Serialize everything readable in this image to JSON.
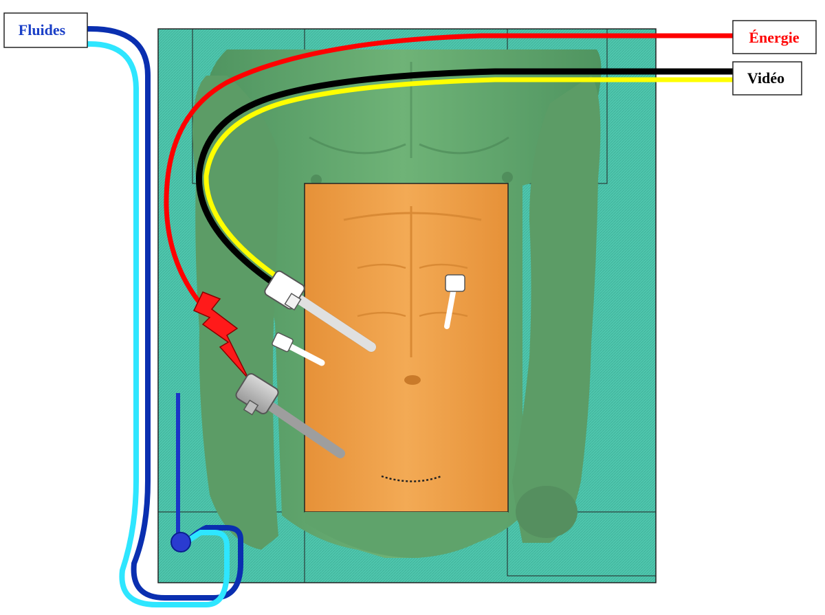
{
  "labels": {
    "fluids": "Fluides",
    "energy": "Énergie",
    "video": "Vidéo"
  },
  "colors": {
    "field": "#4fc7ae",
    "body": "#5fa36b",
    "abdomen": "#f0a24a",
    "fluids_dark": "#0a2fb0",
    "fluids_light": "#2ee6ff",
    "energy": "#ff0000",
    "video_black": "#000000",
    "video_yellow": "#ffff00"
  },
  "icons": [
    "lightning-bolt-icon",
    "trocar-icon",
    "suction-probe-icon"
  ]
}
